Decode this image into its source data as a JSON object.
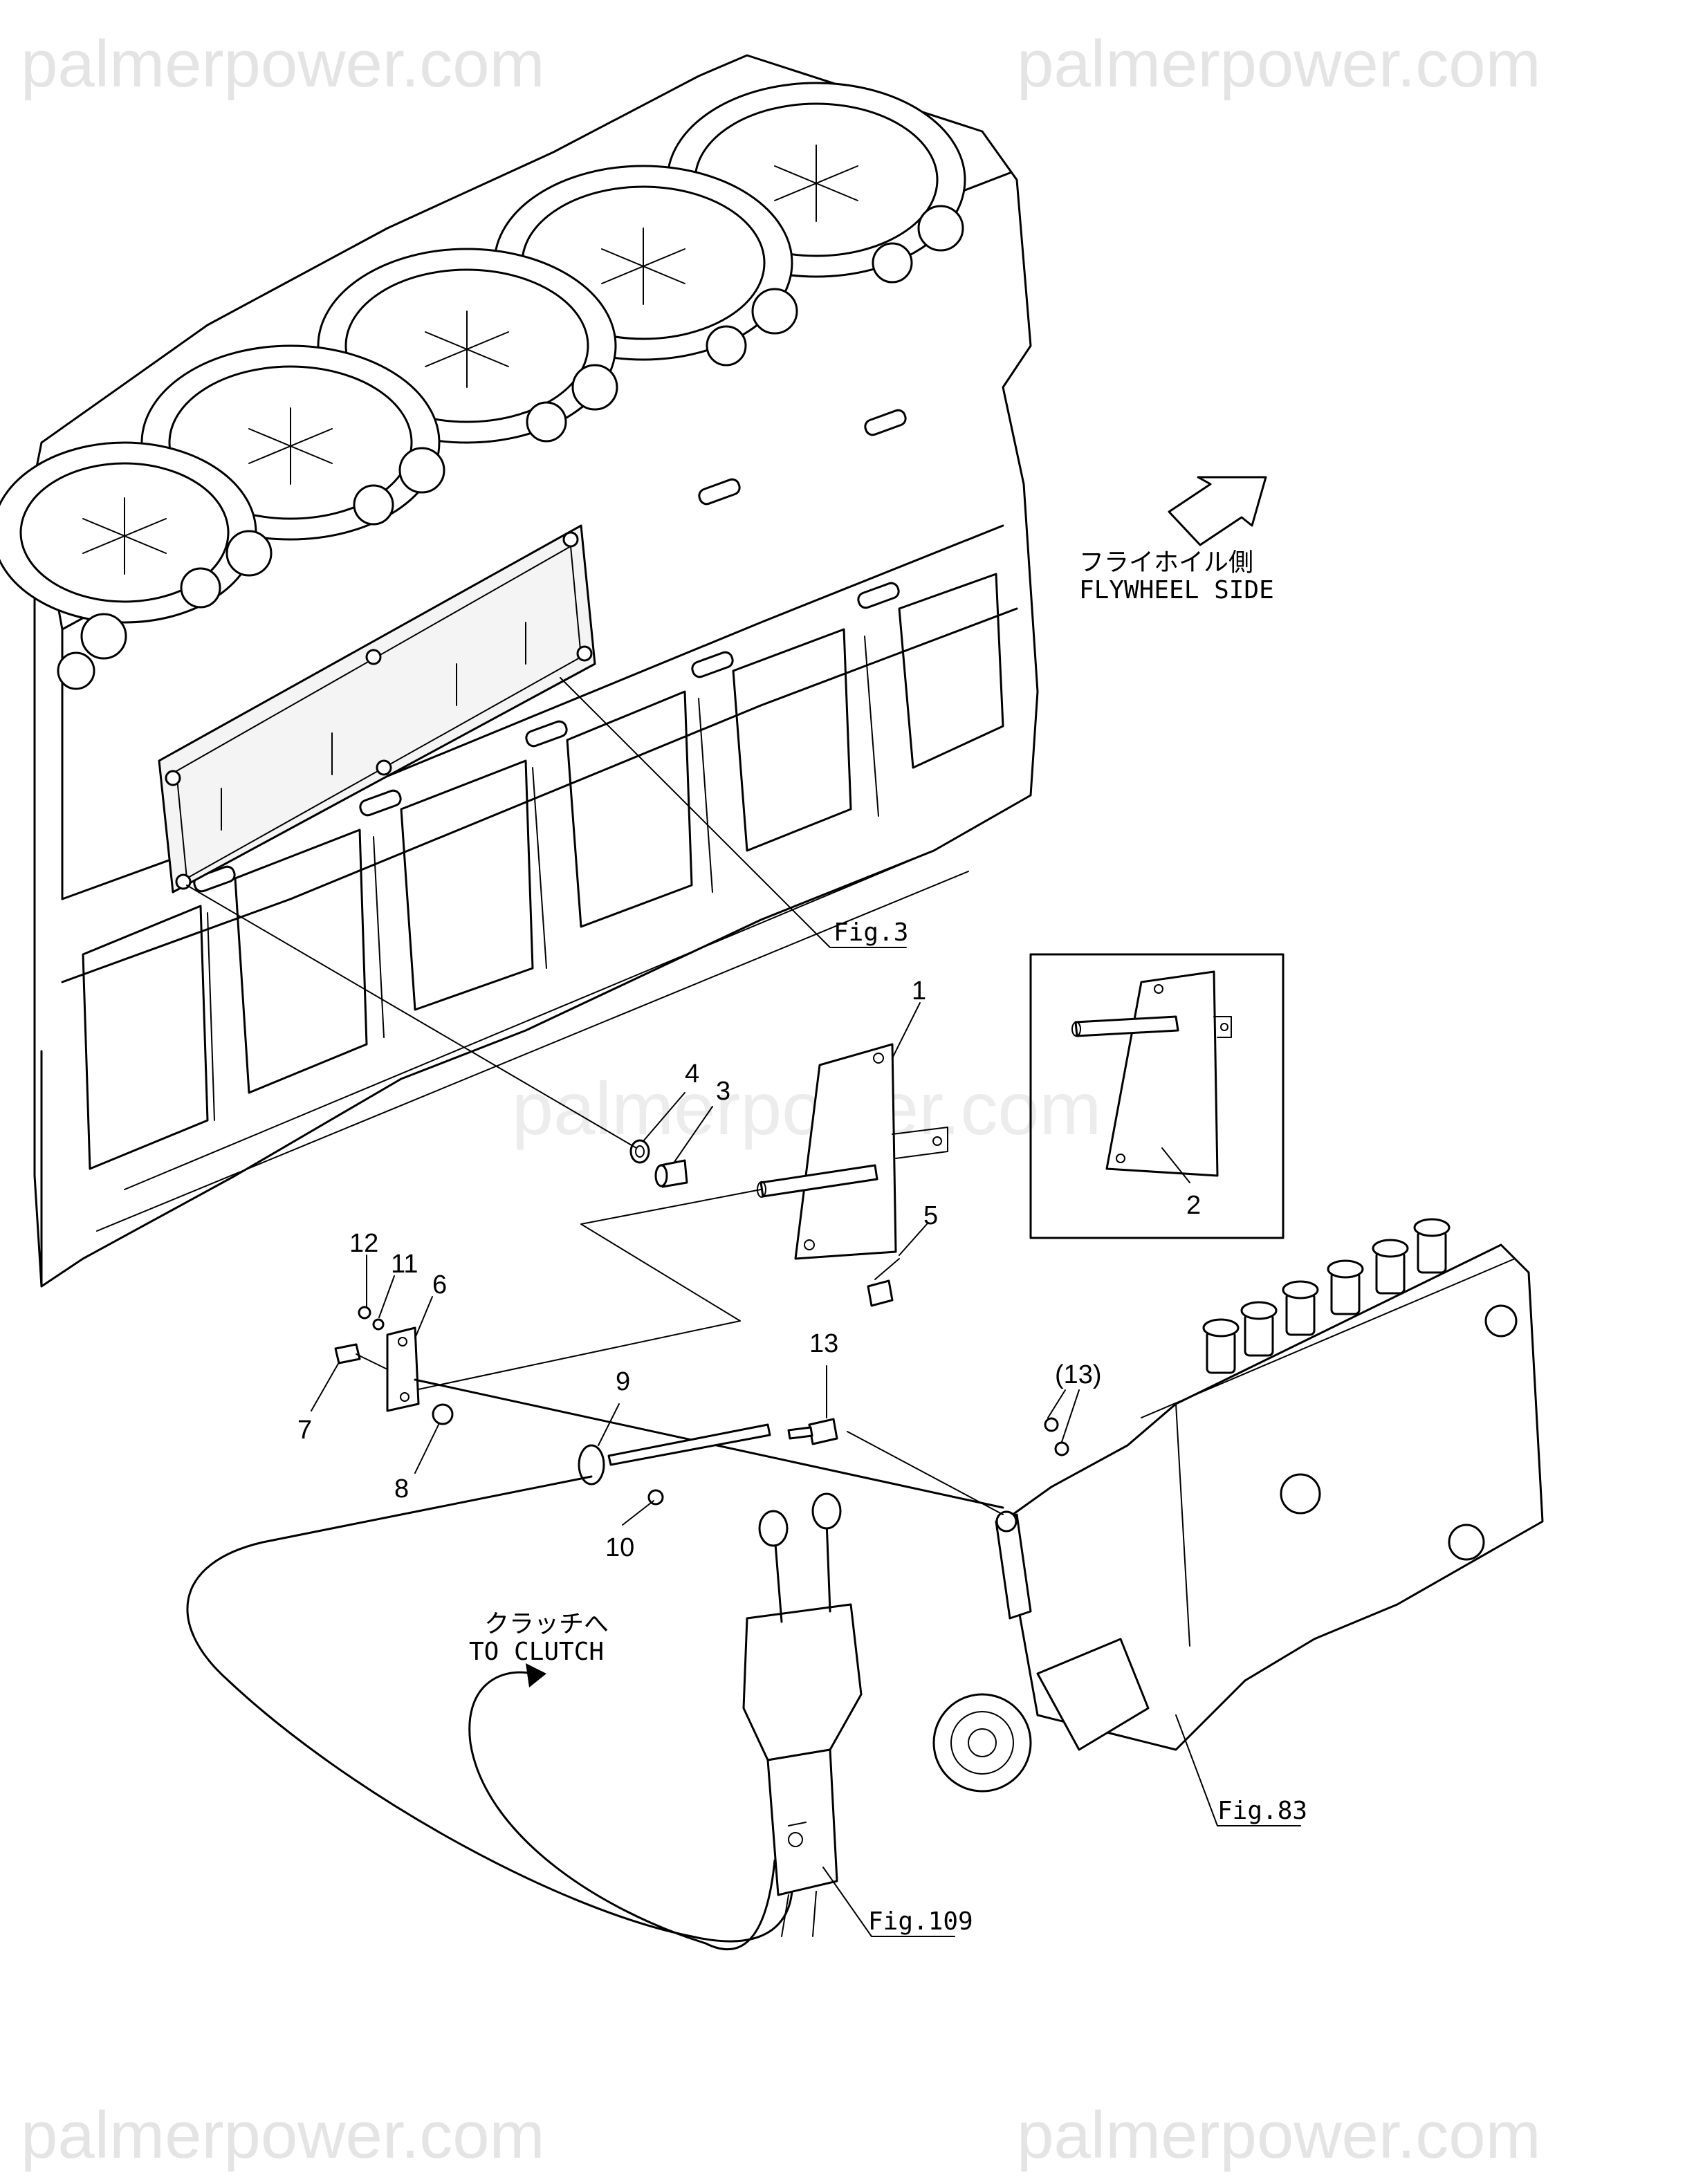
{
  "watermarks": {
    "top_left": "palmerpower.com",
    "top_right": "palmerpower.com",
    "middle": "palmerpower.com",
    "bottom_left": "palmerpower.com",
    "bottom_right": "palmerpower.com"
  },
  "direction": {
    "japanese": "フライホイル側",
    "english": "FLYWHEEL SIDE"
  },
  "clutch": {
    "japanese": "クラッチへ",
    "english": "TO CLUTCH"
  },
  "figure_refs": {
    "fig3": "Fig.3",
    "fig83": "Fig.83",
    "fig109": "Fig.109"
  },
  "callouts": {
    "p1": "1",
    "p2": "2",
    "p3": "3",
    "p4": "4",
    "p5": "5",
    "p6": "6",
    "p7": "7",
    "p8": "8",
    "p9": "9",
    "p10": "10",
    "p11": "11",
    "p12": "12",
    "p13": "13",
    "p13_ref": "(13)"
  }
}
